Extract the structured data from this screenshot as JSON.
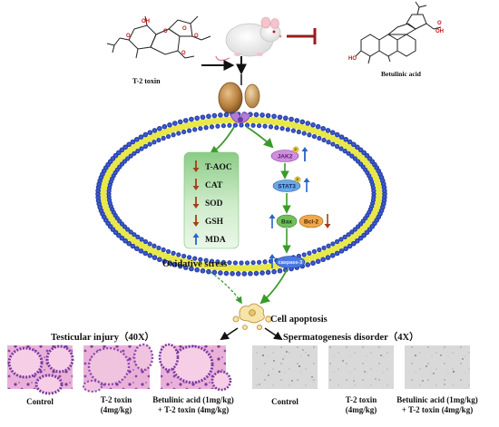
{
  "molecules": {
    "t2_toxin": "T-2 toxin",
    "betulinic_acid": "Betulinic acid"
  },
  "oxidative_markers": [
    {
      "label": "T-AOC",
      "direction": "down"
    },
    {
      "label": "CAT",
      "direction": "down"
    },
    {
      "label": "SOD",
      "direction": "down"
    },
    {
      "label": "GSH",
      "direction": "down"
    },
    {
      "label": "MDA",
      "direction": "up"
    }
  ],
  "signaling": {
    "jak2": "JAK2",
    "stat3": "STAT3",
    "bax": "Bax",
    "bcl2": "Bcl-2",
    "caspase3": "caspase-3",
    "phospho": "P"
  },
  "outcomes": {
    "oxidative_stress": "Oxidative stress",
    "cell_apoptosis": "Cell apoptosis"
  },
  "panels": {
    "testicular_title": "Testicular injury（40X）",
    "spermatogenesis_title": "Spermatogenesis disorder（4X）",
    "control": "Control",
    "t2_line1": "T-2 toxin",
    "t2_line2": "(4mg/kg)",
    "ba_line1": "Betulinic acid (1mg/kg)",
    "ba_line2": "+ T-2 toxin (4mg/kg)"
  },
  "colors": {
    "membrane_blue": "#1c2fd6",
    "membrane_yellow": "#e8e84a",
    "arrow_green": "#3a9a2a",
    "down_arrow": "#a0401a",
    "up_arrow": "#2a64c8",
    "inhibit_red": "#9a1c1c",
    "box_green": "#9ed49a",
    "he_pink": "#e8a6d2",
    "he_purple": "#7a3aa0"
  }
}
